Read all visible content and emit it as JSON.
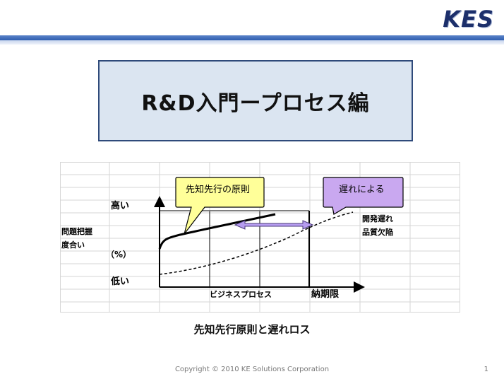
{
  "header": {
    "logo_text": "KES"
  },
  "title": "R&D入門ープロセス編",
  "diagram": {
    "y_high": "高い",
    "y_low": "低い",
    "y_unit": "（%）",
    "y_axis_label_line1": "問題把握",
    "y_axis_label_line2": "度合い",
    "x_label": "ビジネスプロセス",
    "deadline": "納期限",
    "callout_left": "先知先行の原則",
    "callout_right": "遅れによる",
    "right_note_line1": "開発遅れ",
    "right_note_line2": "品質欠陥"
  },
  "caption": "先知先行原則と遅れロス",
  "footer": "Copyright  © 2010 KE Solutions Corporation",
  "page_number": "1"
}
